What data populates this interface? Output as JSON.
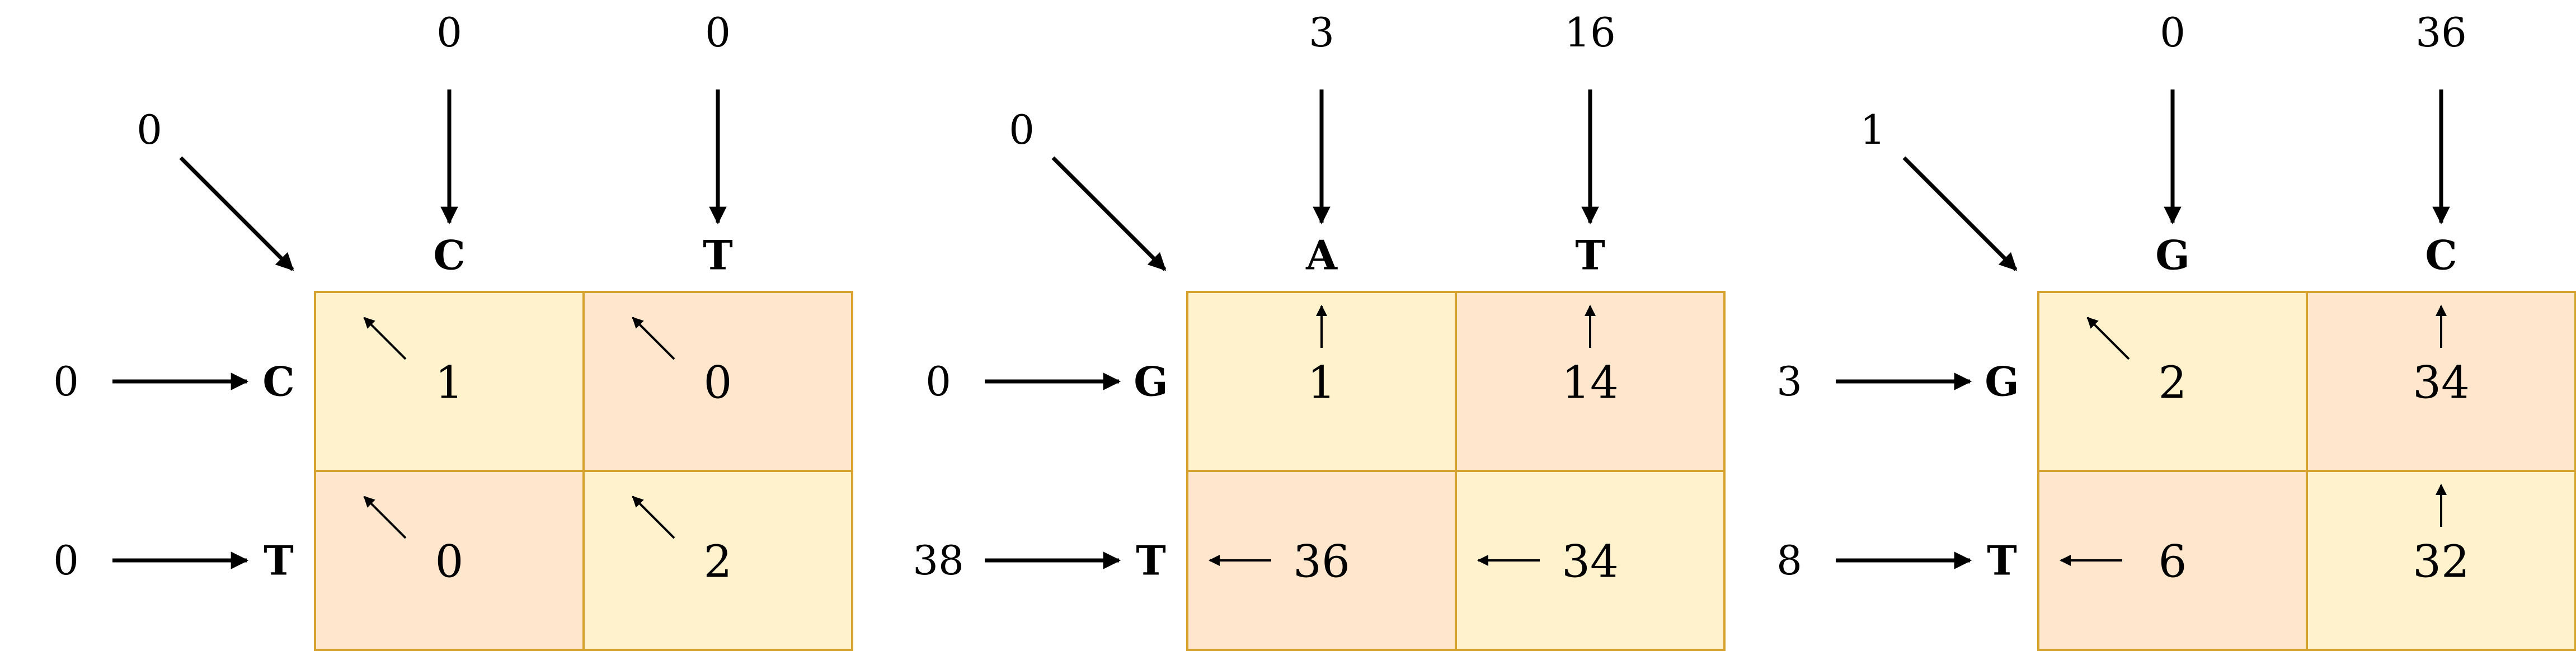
{
  "panels": [
    {
      "top_letters": [
        "C",
        "T"
      ],
      "left_letters": [
        "C",
        "T"
      ],
      "top_inputs": [
        "0",
        "0"
      ],
      "left_inputs": [
        "0",
        "0"
      ],
      "corner_input": "0",
      "cells": [
        [
          {
            "value": "1",
            "arrow": "diag",
            "shade": "yellow"
          },
          {
            "value": "0",
            "arrow": "diag",
            "shade": "orange"
          }
        ],
        [
          {
            "value": "0",
            "arrow": "diag",
            "shade": "orange"
          },
          {
            "value": "2",
            "arrow": "diag",
            "shade": "yellow"
          }
        ]
      ]
    },
    {
      "top_letters": [
        "A",
        "T"
      ],
      "left_letters": [
        "G",
        "T"
      ],
      "top_inputs": [
        "3",
        "16"
      ],
      "left_inputs": [
        "0",
        "38"
      ],
      "corner_input": "0",
      "cells": [
        [
          {
            "value": "1",
            "arrow": "up",
            "shade": "yellow"
          },
          {
            "value": "14",
            "arrow": "up",
            "shade": "orange"
          }
        ],
        [
          {
            "value": "36",
            "arrow": "left",
            "shade": "orange"
          },
          {
            "value": "34",
            "arrow": "left",
            "shade": "yellow"
          }
        ]
      ]
    },
    {
      "top_letters": [
        "G",
        "C"
      ],
      "left_letters": [
        "G",
        "T"
      ],
      "top_inputs": [
        "0",
        "36"
      ],
      "left_inputs": [
        "3",
        "8"
      ],
      "corner_input": "1",
      "cells": [
        [
          {
            "value": "2",
            "arrow": "diag",
            "shade": "yellow"
          },
          {
            "value": "34",
            "arrow": "up",
            "shade": "orange"
          }
        ],
        [
          {
            "value": "6",
            "arrow": "left",
            "shade": "orange"
          },
          {
            "value": "32",
            "arrow": "up",
            "shade": "yellow"
          }
        ]
      ]
    }
  ],
  "colors": {
    "yellow": "#fff2cc",
    "orange": "#ffe6cc",
    "border": "#d6a22e"
  }
}
